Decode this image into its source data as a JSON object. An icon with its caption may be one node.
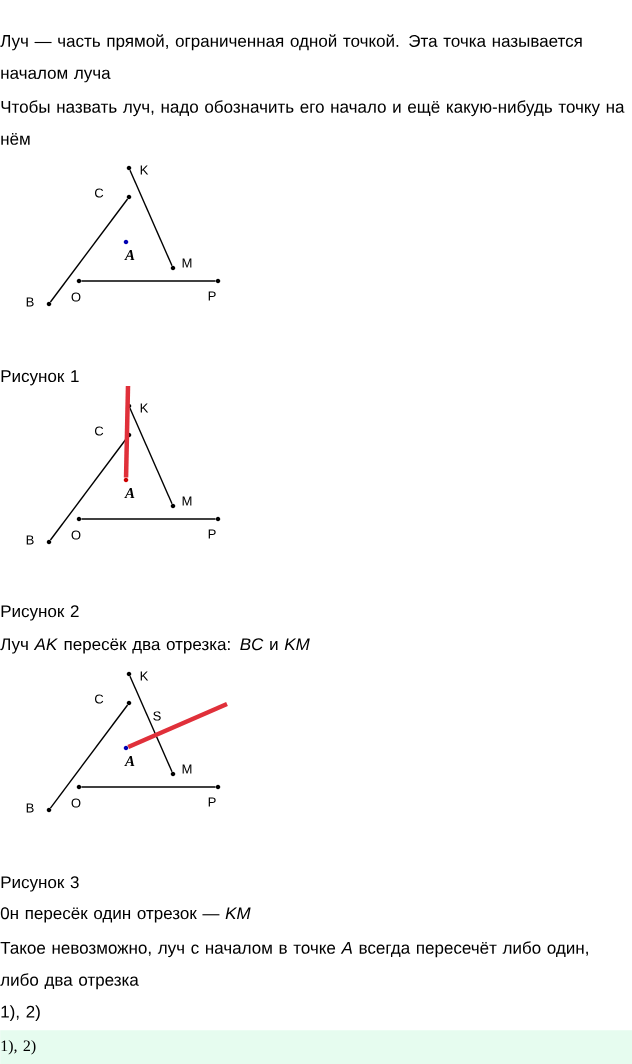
{
  "diagram": {
    "nodes": [
      {
        "text": [],
        "shape": "circle",
        "beside": [
          "K"
        ]
      },
      {
        "text": [],
        "shape": "circle",
        "beside": [
          "C"
        ]
      },
      {
        "text": [],
        "shape": "circle",
        "beside": [
          "A"
        ]
      },
      {
        "text": [],
        "shape": "circle",
        "beside": [
          "M"
        ]
      },
      {
        "text": [],
        "shape": "circle",
        "beside": [
          "O"
        ]
      },
      {
        "text": [],
        "shape": "circle",
        "beside": [
          "P"
        ]
      },
      {
        "text": [],
        "shape": "circle",
        "beside": [
          "B"
        ]
      },
      {
        "text": [],
        "shape": "circle",
        "beside": [
          "K"
        ]
      },
      {
        "text": [],
        "shape": "circle",
        "beside": [
          "C"
        ]
      },
      {
        "text": [],
        "shape": "circle",
        "beside": [
          "A"
        ]
      },
      {
        "text": [],
        "shape": "circle",
        "beside": [
          "M"
        ]
      },
      {
        "text": [],
        "shape": "circle",
        "beside": [
          "O"
        ]
      },
      {
        "text": [],
        "shape": "circle",
        "beside": [
          "P"
        ]
      },
      {
        "text": [],
        "shape": "circle",
        "beside": [
          "B"
        ]
      },
      {
        "text": [],
        "shape": "circle",
        "beside": [
          "K"
        ]
      },
      {
        "text": [],
        "shape": "circle",
        "beside": [
          "C"
        ]
      },
      {
        "text": [],
        "shape": "circle",
        "beside": [
          "A"
        ]
      },
      {
        "text": [],
        "shape": "circle",
        "beside": [
          "M"
        ]
      },
      {
        "text": [],
        "shape": "circle",
        "beside": [
          "O"
        ]
      },
      {
        "text": [],
        "shape": "circle",
        "beside": [
          "P"
        ]
      },
      {
        "text": [],
        "shape": "circle",
        "beside": [
          "B"
        ]
      },
      {
        "text": [
          "1), 2)"
        ]
      }
    ],
    "edges": [
      {
        "from": 6,
        "to": 1,
        "arrow": "none"
      },
      {
        "from": 0,
        "to": 3,
        "arrow": "none"
      },
      {
        "from": 4,
        "to": 5,
        "arrow": "none"
      },
      {
        "from": 13,
        "to": 8,
        "arrow": "none"
      },
      {
        "from": 7,
        "to": 10,
        "arrow": "none"
      },
      {
        "from": 11,
        "to": 12,
        "arrow": "none"
      },
      {
        "from": 9,
        "to": null,
        "arrow": "none",
        "style": "thick",
        "color": "#e0303a"
      },
      {
        "from": 20,
        "to": 15,
        "arrow": "none"
      },
      {
        "from": 14,
        "to": 17,
        "arrow": "none"
      },
      {
        "from": 18,
        "to": 19,
        "arrow": "none"
      },
      {
        "from": 16,
        "to": null,
        "arrow": "none",
        "style": "thick",
        "color": "#e0303a"
      }
    ],
    "labels": [
      "Луч — часть прямой, ограниченная одной точкой. Эта точка называется началом луча",
      "Чтобы назвать луч, надо обозначить его начало и ещё какую-нибудь точку на нём",
      "Рисунок 1",
      "Рисунок 2",
      "Луч *AK* пересёк два отрезка: *BC* и *KM*",
      "S",
      "Рисунок 3",
      "0н пересёк один отрезок — *KM*",
      "Такое невозможно, луч с началом в точке *A* всегда пересечёт либо один, либо два отрезка",
      "1), 2)"
    ]
  }
}
